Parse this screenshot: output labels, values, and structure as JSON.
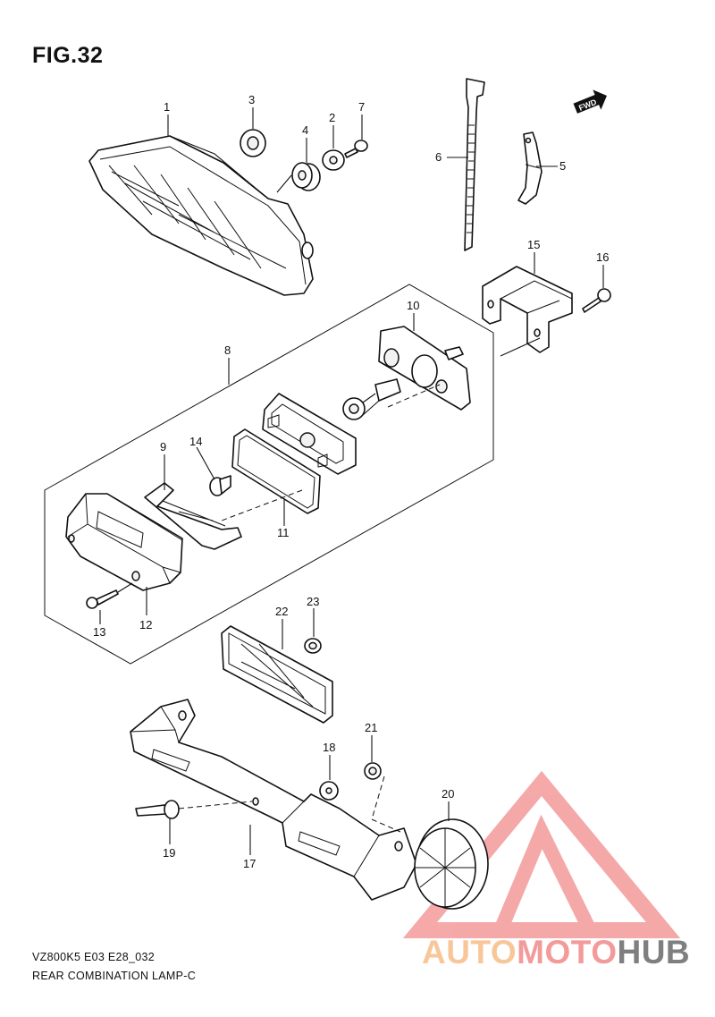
{
  "figure": {
    "title": "FIG.32",
    "code": "VZ800K5 E03 E28_032",
    "name": "REAR COMBINATION LAMP-C",
    "fwd_label": "FWD"
  },
  "parts": [
    {
      "no": "1"
    },
    {
      "no": "2"
    },
    {
      "no": "3"
    },
    {
      "no": "4"
    },
    {
      "no": "5"
    },
    {
      "no": "6"
    },
    {
      "no": "7"
    },
    {
      "no": "8"
    },
    {
      "no": "9"
    },
    {
      "no": "10"
    },
    {
      "no": "11"
    },
    {
      "no": "12"
    },
    {
      "no": "13"
    },
    {
      "no": "14"
    },
    {
      "no": "15"
    },
    {
      "no": "16"
    },
    {
      "no": "17"
    },
    {
      "no": "18"
    },
    {
      "no": "19"
    },
    {
      "no": "20"
    },
    {
      "no": "21"
    },
    {
      "no": "22"
    },
    {
      "no": "23"
    }
  ],
  "watermark": {
    "part1": "AUTO",
    "part2": "MOTO",
    "part3": "HUB",
    "colors": {
      "auto": "#f7c79a",
      "moto": "#f39a9a",
      "hub": "#7f7f7f",
      "logo": "#f39a9a"
    }
  }
}
